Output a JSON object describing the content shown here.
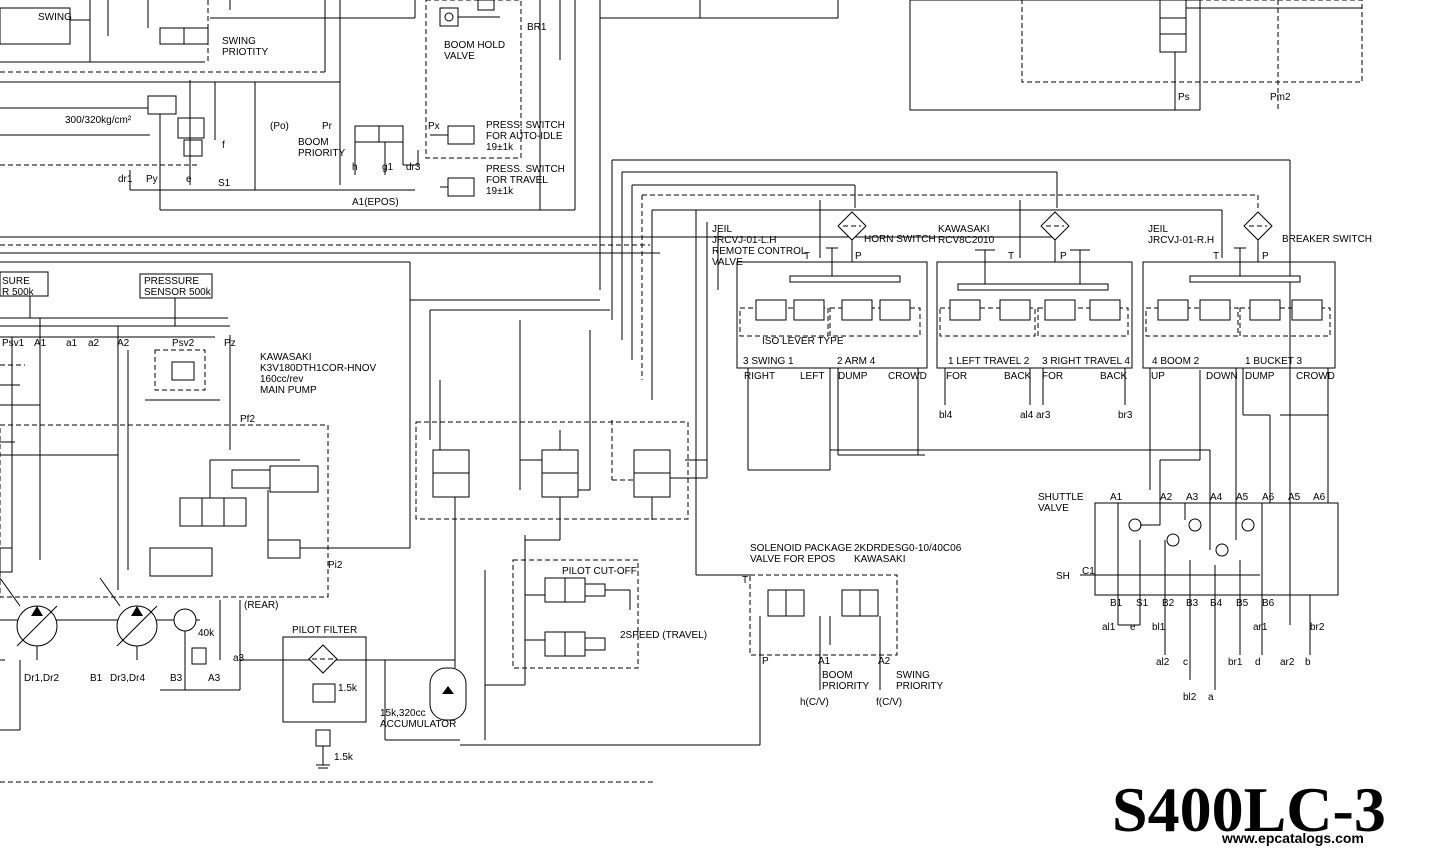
{
  "model_title": "S400LC-3",
  "watermark": "www.epcatalogs.com",
  "labels": {
    "swing": "SWING",
    "swing_priority": "SWING\nPRIOTITY",
    "boom_hold_valve": "BOOM HOLD\nVALVE",
    "br1": "BR1",
    "ps": "Ps",
    "pm2": "Pm2",
    "relief_pressure": "300/320kg/cm²",
    "po": "(Po)",
    "pr": "Pr",
    "boom_priority_top": "BOOM\nPRIORITY",
    "f": "f",
    "dr1": "dr1",
    "py": "Py",
    "e": "e",
    "s1_top": "S1",
    "h_top": "h",
    "g1": "g1",
    "dr3": "dr3",
    "px": "Px",
    "press_switch_auto_idle": "PRESS. SWITCH\nFOR AUTO-IDLE\n19±1k",
    "press_switch_travel": "PRESS. SWITCH\nFOR TRAVEL\n19±1k",
    "a1_epos": "A1(EPOS)",
    "horn_switch": "HORN SWITCH",
    "breaker_switch": "BREAKER SWITCH",
    "remote_left": "JEIL\nJRCVJ-01-L.H\nREMOTE CONTROL\nVALVE",
    "remote_travel": "KAWASAKI\nRCV8C2010",
    "remote_right": "JEIL\nJRCVJ-01-R.H",
    "iso_lever": "ISO LEVER TYPE",
    "t_port": "T",
    "p_port": "P",
    "swing_fn": "3  SWING  1",
    "arm_fn": "2  ARM  4",
    "left_travel_fn": "1  LEFT TRAVEL 2",
    "right_travel_fn": "3 RIGHT TRAVEL 4",
    "boom_fn": "4  BOOM  2",
    "bucket_fn": "1  BUCKET  3",
    "right": "RIGHT",
    "left": "LEFT",
    "dump": "DUMP",
    "crowd": "CROWD",
    "for": "FOR",
    "back": "BACK",
    "up": "UP",
    "down": "DOWN",
    "bl4": "bl4",
    "al4": "al4",
    "ar3": "ar3",
    "br3": "br3",
    "pressure_sensor_1": "SURE\nR 500k",
    "pressure_sensor_2": "PRESSURE\nSENSOR 500k",
    "psv1": "Psv1",
    "a1_pump": "A1",
    "a1_low": "a1",
    "a2_low": "a2",
    "a2_pump": "A2",
    "psv2": "Psv2",
    "pz": "Pz",
    "main_pump": "KAWASAKI\nK3V180DTH1COR-HNOV\n160cc/rev\nMAIN PUMP",
    "pf2": "Pf2",
    "pi2": "Pi2",
    "rear": "(REAR)",
    "pilot_filter": "PILOT FILTER",
    "k40": "40k",
    "k15a": "1.5k",
    "k15b": "1.5k",
    "a3_low": "a3",
    "dr1dr2": "Dr1,Dr2",
    "b1_pump": "B1",
    "dr3dr4": "Dr3,Dr4",
    "b3_pump": "B3",
    "a3_pump": "A3",
    "accumulator": "15k,320cc\nACCUMULATOR",
    "pilot_cutoff": "PILOT CUT-OFF",
    "two_speed": "2SPEED (TRAVEL)",
    "solenoid_package": "SOLENOID PACKAGE\nVALVE FOR EPOS",
    "solenoid_model": "2KDRDESG0-10/40C06\nKAWASAKI",
    "t_sol": "T",
    "p_sol": "P",
    "a1_sol": "A1",
    "a2_sol": "A2",
    "boom_priority_sol": "BOOM\nPRIORITY",
    "swing_priority_sol": "SWING\nPRIORITY",
    "h_cv": "h(C/V)",
    "f_cv": "f(C/V)",
    "shuttle_valve": "SHUTTLE\nVALVE",
    "sh": "SH",
    "c1": "C1",
    "shuttle_top_ports": [
      "A1",
      "A2",
      "A3",
      "A4",
      "A5",
      "A6",
      "A5",
      "A6"
    ],
    "shuttle_bottom_ports": [
      "B1",
      "S1",
      "B2",
      "B3",
      "B4",
      "B5",
      "B6"
    ],
    "shuttle_outputs_row1": [
      "al1",
      "e",
      "bl1",
      "ar1",
      "br2"
    ],
    "shuttle_outputs_row2": [
      "al2",
      "c",
      "br1",
      "d",
      "ar2",
      "b"
    ],
    "shuttle_outputs_row3": [
      "bl2",
      "a"
    ]
  }
}
